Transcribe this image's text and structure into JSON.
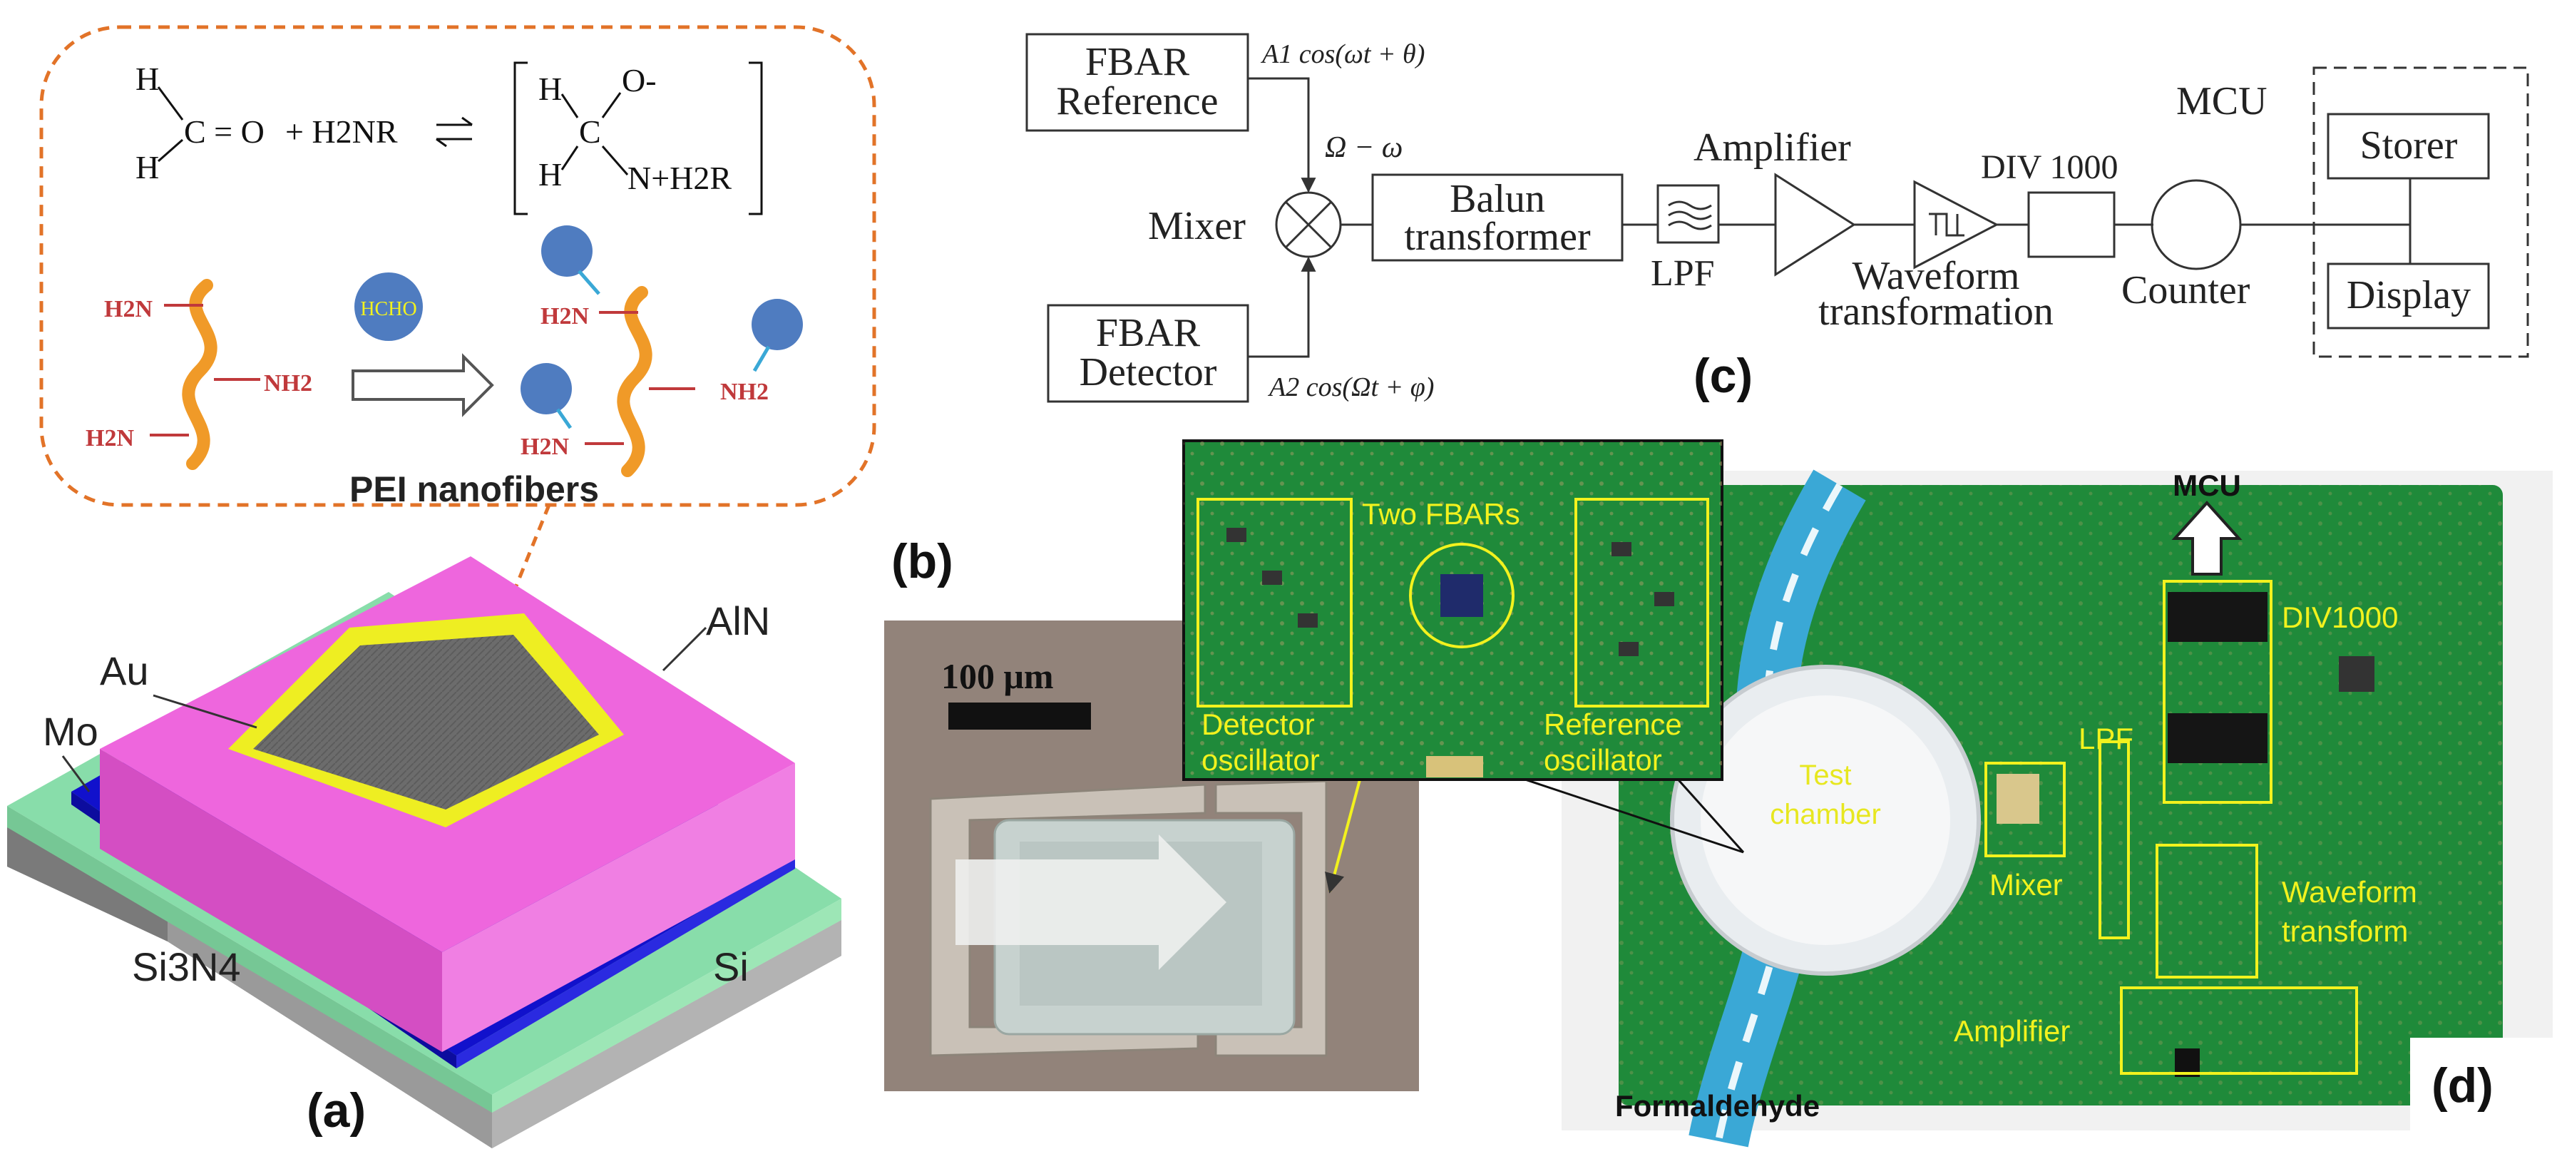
{
  "panel_a": {
    "label": "(a)",
    "layers": {
      "aln": "AlN",
      "au": "Au",
      "mo": "Mo",
      "si3n4": "Si3N4",
      "si": "Si"
    },
    "reaction": {
      "h": "H",
      "c_o": "C = O",
      "plus_h2nr": "+ H2NR",
      "bracket_c": "C",
      "bracket_o": "O-",
      "bracket_n": "N+H2R"
    },
    "scheme": {
      "h2n": "H2N",
      "nh2": "NH2",
      "hcho": "HCHO"
    },
    "inset_title": "PEI nanofibers"
  },
  "panel_b": {
    "label": "(b)",
    "scale_bar": "100 μm"
  },
  "panel_c": {
    "label": "(c)",
    "blocks": {
      "fbar_ref": [
        "FBAR",
        "Reference"
      ],
      "fbar_det": [
        "FBAR",
        "Detector"
      ],
      "balun": [
        "Balun",
        "transformer"
      ],
      "storer": "Storer",
      "display": "Display"
    },
    "labels": {
      "mixer": "Mixer",
      "lpf": "LPF",
      "amplifier": "Amplifier",
      "waveform": [
        "Waveform",
        "transformation"
      ],
      "div": "DIV 1000",
      "counter": "Counter",
      "mcu": "MCU",
      "omega_diff": "Ω − ω",
      "sig1": "A1 cos(ωt + θ)",
      "sig2": "A2 cos(Ωt + φ)"
    }
  },
  "panel_d": {
    "label": "(d)",
    "labels": {
      "mcu": "MCU",
      "div": "DIV1000",
      "lpf": "LPF",
      "mixer": "Mixer",
      "waveform": [
        "Waveform",
        "transform"
      ],
      "amplifier": "Amplifier",
      "test_chamber": [
        "Test",
        "chamber"
      ],
      "formaldehyde": "Formaldehyde"
    },
    "inset": {
      "two_fbars": "Two FBARs",
      "detector": [
        "Detector",
        "oscillator"
      ],
      "reference": [
        "Reference",
        "oscillator"
      ]
    }
  },
  "colors": {
    "aln": "#ee66dd",
    "au": "#eeee22",
    "mo": "#1111cc",
    "si3n4": "#88ddaa",
    "si": "#a9a9a9",
    "inset_border": "#e27328",
    "pcb": "#1f8a3a",
    "callout": "#f2f21e",
    "tube": "#3aa8d6"
  }
}
